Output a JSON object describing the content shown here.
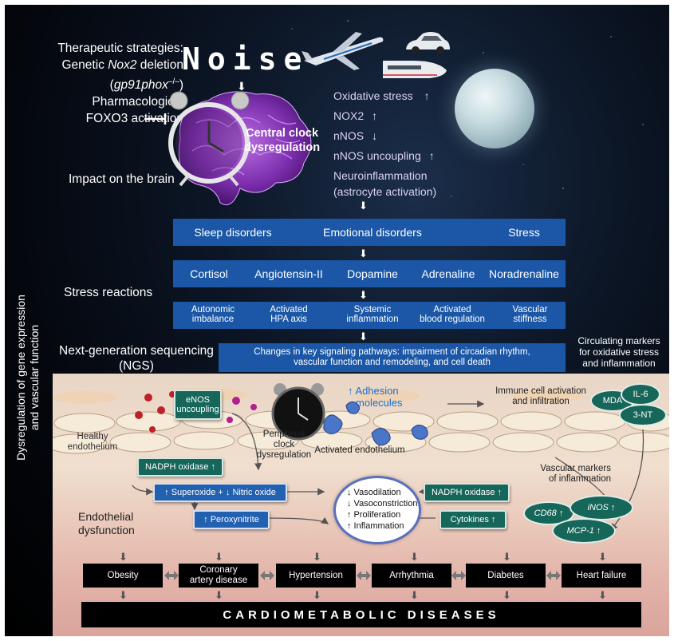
{
  "noise_title": "Noise",
  "therapeutic": {
    "line1": "Therapeutic strategies:",
    "line2a": "Genetic ",
    "line2b": "Nox2",
    "line2c": " deletion",
    "line3a": "(",
    "line3b": "gp91phox",
    "line3c": "–/–",
    "line3d": ")",
    "line4": "Pharmacological",
    "line5": "FOXO3 activation"
  },
  "impact_brain": "Impact on the brain",
  "central_clock": [
    "Central clock",
    "dysregulation"
  ],
  "effects": [
    {
      "label": "Oxidative stress",
      "arrow": "↑"
    },
    {
      "label": "NOX2",
      "arrow": "↑"
    },
    {
      "label": "nNOS",
      "arrow": "↓"
    },
    {
      "label": "nNOS uncoupling",
      "arrow": "↑"
    }
  ],
  "neuroinflammation": [
    "Neuroinflammation",
    "(astrocyte activation)"
  ],
  "down_arrow": "⬇",
  "row1": [
    "Sleep disorders",
    "Emotional disorders",
    "Stress"
  ],
  "row2": [
    "Cortisol",
    "Angiotensin-II",
    "Dopamine",
    "Adrenaline",
    "Noradrenaline"
  ],
  "stress_reactions": "Stress reactions",
  "row3": [
    [
      "Autonomic",
      "imbalance"
    ],
    [
      "Activated",
      "HPA axis"
    ],
    [
      "Systemic",
      "inflammation"
    ],
    [
      "Activated",
      "blood regulation"
    ],
    [
      "Vascular",
      "stiffness"
    ]
  ],
  "ngs": [
    "Next-generation sequencing",
    "(NGS)"
  ],
  "ngs_bar": [
    "Changes in key signaling pathways: impairment of circadian rhythm,",
    "vascular function and remodeling, and cell death"
  ],
  "circ_markers": [
    "Circulating markers",
    "for oxidative stress",
    "and inflammation"
  ],
  "markers_ovals": [
    "MDA",
    "IL-6",
    "3-NT"
  ],
  "side_label": [
    "Dysregulation of gene expression",
    "and vascular function"
  ],
  "enos": [
    "eNOS",
    "uncoupling"
  ],
  "adhesion": [
    "↑ Adhesion",
    "molecules"
  ],
  "immune": [
    "Immune cell activation",
    "and infiltration"
  ],
  "healthy": [
    "Healthy",
    "endothelium"
  ],
  "peripheral": [
    "Peripheral",
    "clock",
    "dysregulation"
  ],
  "activated_endo": "Activated endothelium",
  "vascular_markers": [
    "Vascular markers",
    "of inflammation"
  ],
  "nadph1": "NADPH oxidase ↑",
  "nadph2": "NADPH oxidase ↑",
  "superoxide": "↑ Superoxide  +  ↓ Nitric oxide",
  "peroxynitrite": "↑ Peroxynitrite",
  "circle_items": [
    "↓ Vasodilation",
    "↓ Vasoconstriction",
    "↑ Proliferation",
    "↑ Inflammation"
  ],
  "cytokines": "Cytokines ↑",
  "endo_dysf": [
    "Endothelial",
    "dysfunction"
  ],
  "vasc_ovals": {
    "cd68": "CD68 ↑",
    "inos": "iNOS ↑",
    "mcp1": "MCP-1 ↑"
  },
  "diseases": [
    [
      "Obesity"
    ],
    [
      "Coronary",
      "artery disease"
    ],
    [
      "Hypertension"
    ],
    [
      "Arrhythmia"
    ],
    [
      "Diabetes"
    ],
    [
      "Heart failure"
    ]
  ],
  "final": "CARDIOMETABOLIC DISEASES",
  "colors": {
    "bar_blue": "#1b57a6",
    "green_box": "#17665a",
    "brain": "#8a3fb8",
    "night": "#04070d"
  }
}
